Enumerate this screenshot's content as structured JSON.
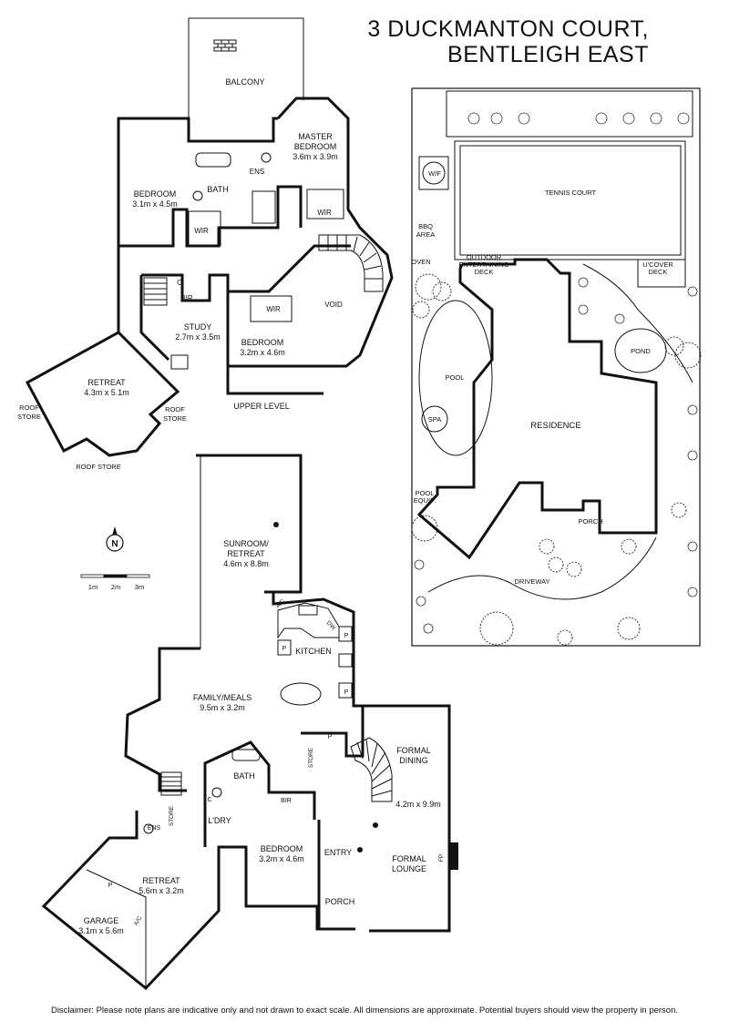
{
  "title": {
    "line1": "3 DUCKMANTON COURT,",
    "line2": "BENTLEIGH EAST"
  },
  "upper_level": {
    "level_label": "UPPER LEVEL",
    "rooms": {
      "balcony": "BALCONY",
      "master_name1": "MASTER",
      "master_name2": "BEDROOM",
      "master_dim": "3.6m x 3.9m",
      "ens": "ENS",
      "bath": "BATH",
      "bedroom1_name": "BEDROOM",
      "bedroom1_dim": "3.1m x 4.5m",
      "wir1": "WIR",
      "wir2": "WIR",
      "wir3": "WIR",
      "c": "C",
      "bir": "BIR",
      "study_name": "STUDY",
      "study_dim": "2.7m x 3.5m",
      "bedroom2_name": "BEDROOM",
      "bedroom2_dim": "3.2m x 4.6m",
      "void": "VOID",
      "retreat_name": "RETREAT",
      "retreat_dim": "4.3m x 5.1m",
      "roof_store_left1": "ROOF",
      "roof_store_left2": "STORE",
      "roof_store_right1": "ROOF",
      "roof_store_right2": "STORE",
      "roof_store_bottom": "ROOF STORE"
    }
  },
  "ground_level": {
    "rooms": {
      "sunroom_name1": "SUNROOM/",
      "sunroom_name2": "RETREAT",
      "sunroom_dim": "4.6m x 8.8m",
      "ac_top": "A/C",
      "dw": "DW",
      "p1": "P",
      "p2": "P",
      "p3": "P",
      "p4": "P",
      "p5": "P",
      "kitchen": "KITCHEN",
      "family_name": "FAMILY/MEALS",
      "family_dim": "9.5m x 3.2m",
      "formal_dining1": "FORMAL",
      "formal_dining2": "DINING",
      "dining_dim": "4.2m x 9.9m",
      "formal_lounge1": "FORMAL",
      "formal_lounge2": "LOUNGE",
      "fp": "FP",
      "store1": "STORE",
      "store2": "STORE",
      "bath": "BATH",
      "bir": "BIR",
      "c": "C",
      "ldry": "L'DRY",
      "ens": "ENS",
      "bedroom_name": "BEDROOM",
      "bedroom_dim": "3.2m x 4.6m",
      "entry": "ENTRY",
      "porch": "PORCH",
      "retreat_name": "RETREAT",
      "retreat_dim": "5.6m x 3.2m",
      "garage_name": "GARAGE",
      "garage_dim": "3.1m x 5.6m",
      "ac_garage": "A/C"
    }
  },
  "site_plan": {
    "tennis_court": "TENNIS COURT",
    "wf": "W/F",
    "bbq1": "BBQ",
    "bbq2": "AREA",
    "oven": "OVEN",
    "outdoor1": "OUTDOOR",
    "outdoor2": "ENTERTAINING",
    "outdoor3": "DECK",
    "ucover1": "U'COVER",
    "ucover2": "DECK",
    "pond": "POND",
    "pool": "POOL",
    "spa": "SPA",
    "residence": "RESIDENCE",
    "pool_equip1": "POOL",
    "pool_equip2": "EQUIP.",
    "porch": "PORCH",
    "driveway": "DRIVEWAY"
  },
  "north": {
    "letter": "N"
  },
  "scale_bar": {
    "labels": [
      "1m",
      "2m",
      "3m"
    ]
  },
  "disclaimer": "Disclaimer: Please note plans are indicative only and not drawn to exact scale. All dimensions are approximate. Potential buyers should view the property in person."
}
